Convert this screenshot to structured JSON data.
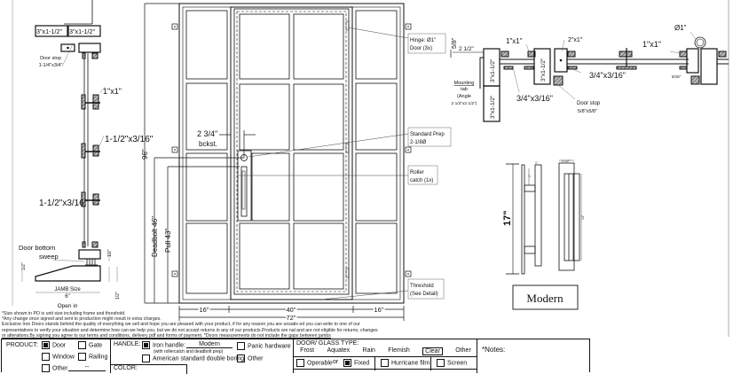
{
  "side_section": {
    "jamb_top_left": "3\"x1-1/2\"",
    "jamb_top_right": "3\"x1-1/2\"",
    "door_stop_label": "Door stop",
    "door_stop_size": "1-1/4\"x3/4\"",
    "tee_bar": "1\"x1\"",
    "flat_bar_1": "1-1/2\"x3/16\"",
    "flat_bar_2": "1-1/2\"x3/16\"",
    "door_bottom_sweep_1": "Door bottom",
    "door_bottom_sweep_2": "sweep",
    "dim_half_1": "1/2\"",
    "dim_half_2": "1/2\"",
    "dim_half_3": "1/2\"",
    "jamb_size_label": "JAMB Size",
    "jamb_size_value": "6\"",
    "open_in": "Open in"
  },
  "elevation": {
    "height_96": "96\"",
    "deadbolt": "Deadbolt 46\"",
    "pull": "Pull 43\"",
    "backset_value": "2 3/4\"",
    "backset_label": "bckst.",
    "width_left": "16\"",
    "width_door": "40\"",
    "width_right": "16\"",
    "width_total": "72\"",
    "callout_hinge_1": "Hinge: Ø1\"",
    "callout_hinge_2": "Door (3x)",
    "callout_prep_1": "Standard Prep",
    "callout_prep_2": "2-1/8Ø",
    "callout_roller_1": "Roller",
    "callout_roller_2": "catch (1x)",
    "callout_threshold_1": "Threshold",
    "callout_threshold_2": "(See Detail)"
  },
  "plan_section": {
    "dim_5_8": "5/8\"",
    "dim_2_1_2": "2 1/2\"",
    "jamb_a": "3\"x1-1/2\"",
    "jamb_b": "3\"x1-1/2\"",
    "jamb_c": "3\"x1-1/2\"",
    "mounting_1": "Mounting",
    "mounting_2": "tab",
    "mounting_3": "(Angle",
    "mounting_4": "2 1/2\"x2 1/2\")",
    "tee_1": "1\"x1\"",
    "tee_2": "1\"x1\"",
    "flat_1": "3/4\"x3/16\"",
    "flat_2": "3/4\"x3/16\"",
    "stile": "2\"x1\"",
    "door_stop_label": "Door stop",
    "door_stop_size": "5/8\"x5/8\"",
    "hinge_dia": "Ø1\"",
    "gap": "5/16\""
  },
  "handle_detail": {
    "height": "17\"",
    "small_dim_1": "1\"",
    "small_dim_2": "1\"",
    "width_dim": "2 1/2\"",
    "inner_dim": "14\"",
    "name": "Modern"
  },
  "disclaimer": {
    "line1": "*Size shown in PO is unit size including frame and threshold.",
    "line2": "*Any change once signed and sent to production might result in extra charges.",
    "line3": "Exclusive Iron Doors stands behind the quality of everything we sell and hope you are pleased with your product, if for any reason you are unsatis  ed you can write to one of our",
    "line4": "representatives to verify your situation and determine how can we help you, but we do not accept returns in any of our products.Products are   nal and are not eligible for returns, changes",
    "line5": "or alterations.By signing you agree to our terms and conditions, delivery pdf and forms of payment. *Doors measurements do not include the gaps between jambs"
  },
  "form": {
    "product_label": "PRODUCT:",
    "product_door": "Door",
    "product_gate": "Gate",
    "product_window": "Window",
    "product_railing": "Railing",
    "product_other": "Other",
    "product_other_value": "--",
    "handle_label": "HANDLE:",
    "handle_iron": "Iron handle:",
    "handle_iron_value": "Modern",
    "handle_iron_note": "(with rollercatch and deadbolt prep)",
    "handle_american": "American standard double boring",
    "handle_panic": "Panic hardware",
    "handle_other": "Other",
    "color_label": "COLOR:",
    "glass_label": "DOOR/ GLASS TYPE:",
    "glass_options": [
      "Frost",
      "Aquatex",
      "Rain",
      "Flemish",
      "Clear",
      "Other"
    ],
    "glass_selected": "Clear",
    "operable": "Operable",
    "or": "or",
    "fixed": "Fixed",
    "hurricane": "Hurricane film",
    "screen": "Screen",
    "notes_label": "*Notes:"
  }
}
